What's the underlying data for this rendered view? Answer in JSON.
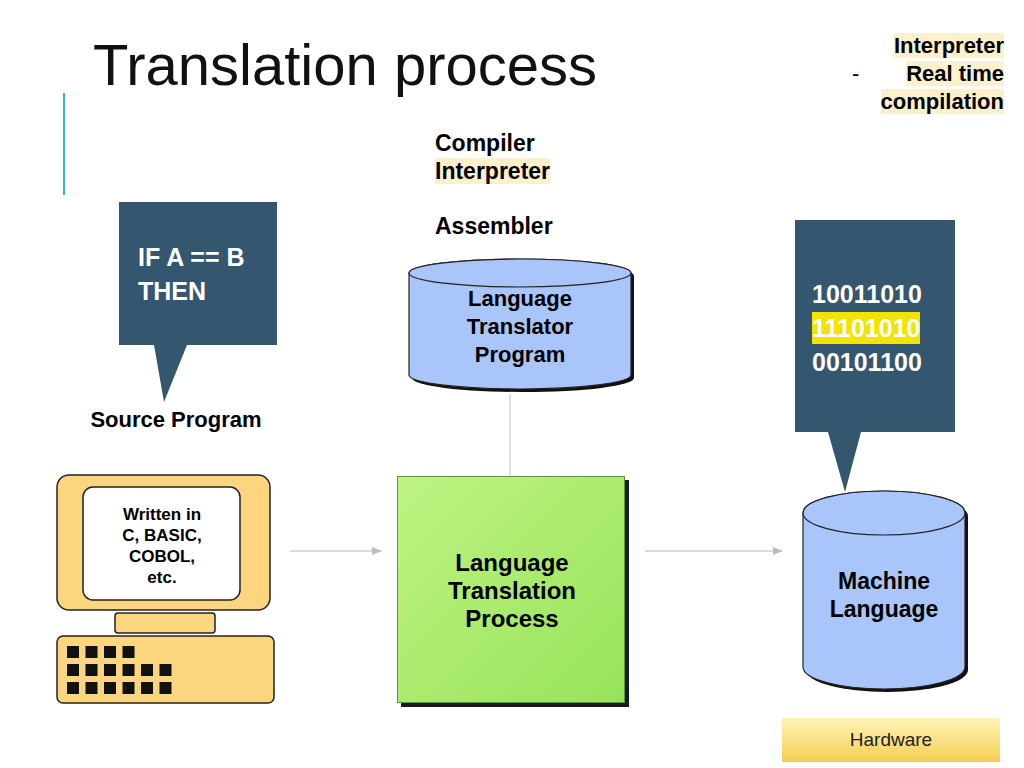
{
  "diagram": {
    "title": "Translation process",
    "nodes": [
      {
        "text": [
          "IF A == B THEN"
        ]
      },
      {
        "text": [
          "10011010",
          "11101010",
          "00101100"
        ]
      },
      {
        "text": [
          "Language Translator Program"
        ]
      },
      {
        "text": [
          "Source Program",
          "Written in C, BASIC, COBOL, etc."
        ]
      },
      {
        "text": [
          "Language Translation Process"
        ]
      },
      {
        "text": [
          "Machine Language"
        ]
      },
      {
        "text": [
          "Hardware"
        ]
      }
    ],
    "edges": [
      {
        "from": 3,
        "to": 4,
        "arrow": "to"
      },
      {
        "from": 4,
        "to": 5,
        "arrow": "to"
      },
      {
        "from": 2,
        "to": 4,
        "arrow": "none"
      }
    ],
    "labels": [
      "Interpreter",
      "-",
      "Real time compilation",
      "Compiler",
      "Interpreter",
      "Assembler"
    ]
  }
}
